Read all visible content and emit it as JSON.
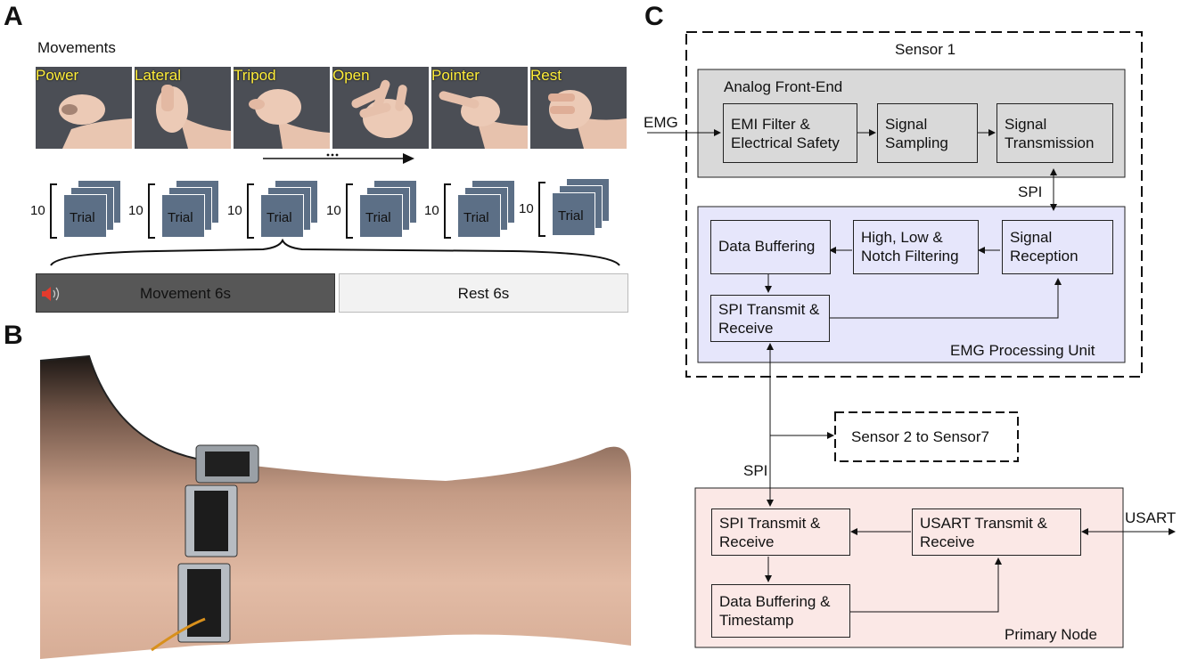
{
  "panels": {
    "a": "A",
    "b": "B",
    "c": "C"
  },
  "panel_a": {
    "heading": "Movements",
    "movements": [
      {
        "label": "Power"
      },
      {
        "label": "Lateral"
      },
      {
        "label": "Tripod"
      },
      {
        "label": "Open"
      },
      {
        "label": "Pointer"
      },
      {
        "label": "Rest"
      }
    ],
    "trial_count": "10",
    "trial_label": "Trial",
    "movement_bar": "Movement 6s",
    "rest_bar": "Rest 6s",
    "icons": [
      "speaker-icon"
    ],
    "colors": {
      "trial": "#5c6f86",
      "label": "#ffee3a",
      "movement_bar": "#575757"
    }
  },
  "panel_c": {
    "sensor_title": "Sensor 1",
    "afe_title": "Analog Front-End",
    "emg_input": "EMG",
    "emi_filter": [
      "EMI Filter &",
      "Electrical Safety"
    ],
    "signal_sampling": [
      "Signal",
      "Sampling"
    ],
    "signal_transmission": [
      "Signal",
      "Transmission"
    ],
    "spi_top": "SPI",
    "data_buffering": "Data Buffering",
    "filtering": [
      "High, Low &",
      "Notch Filtering"
    ],
    "signal_reception": [
      "Signal",
      "Reception"
    ],
    "spi_txrx_1": [
      "SPI Transmit &",
      "Receive"
    ],
    "processing_unit": "EMG Processing Unit",
    "other_sensors": "Sensor 2 to Sensor7",
    "spi_bus": "SPI",
    "spi_txrx_2": [
      "SPI Transmit &",
      "Receive"
    ],
    "usart_txrx": [
      "USART Transmit &",
      "Receive"
    ],
    "usart_out": "USART",
    "buffer_timestamp": [
      "Data Buffering &",
      "Timestamp"
    ],
    "primary_node": "Primary Node",
    "colors": {
      "afe": "#d9d9d9",
      "processing": "#e6e6fb",
      "primary": "#fbe8e6"
    }
  }
}
